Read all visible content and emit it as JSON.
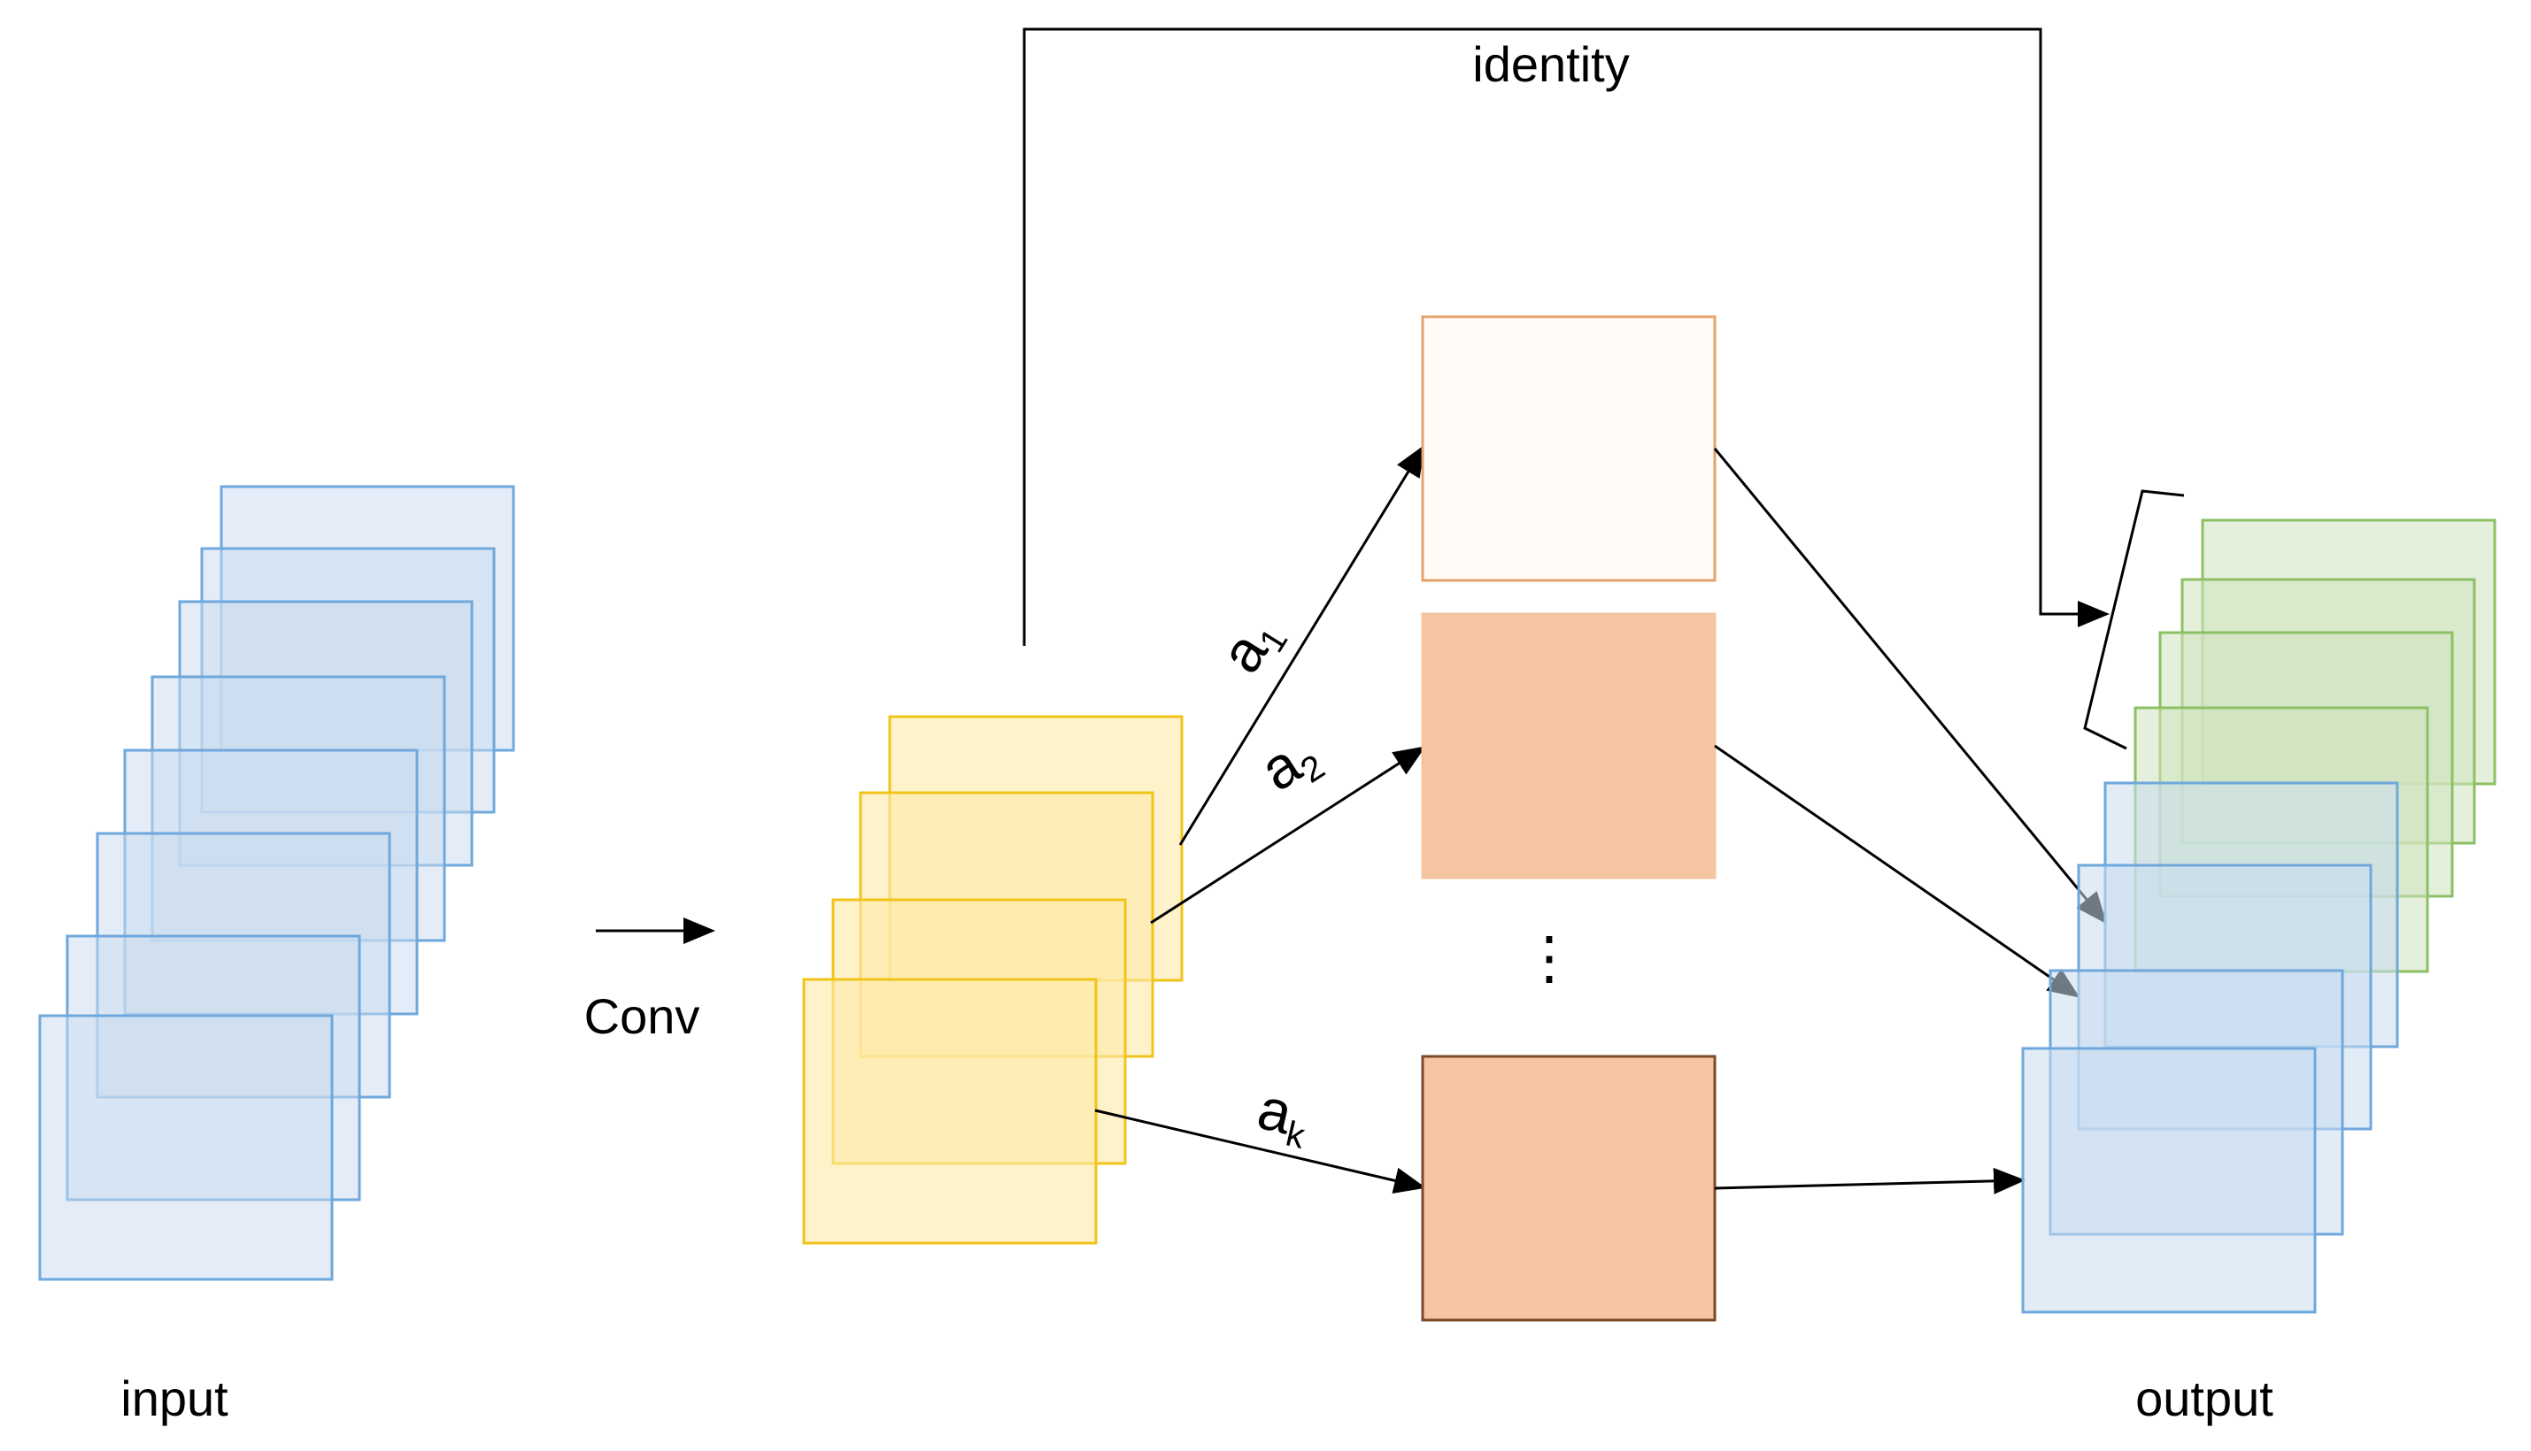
{
  "labels": {
    "input": "input",
    "output": "output",
    "conv": "Conv",
    "identity": "identity",
    "a1": "a",
    "a1_sub": "1",
    "a2": "a",
    "a2_sub": "2",
    "ak": "a",
    "ak_sub": "k",
    "dots": "⋮"
  },
  "colors": {
    "input_fill": "#c9dcf0",
    "input_stroke": "#6fa8dc",
    "conv_fill": "#fde9a8",
    "conv_stroke": "#f0c419",
    "box1_fill": "#fffaf5",
    "box1_stroke": "#e6a26b",
    "box_fill": "#f5c4a0",
    "box_stroke": "#e6a26b",
    "boxk_stroke": "#7a4a2a",
    "output_green_fill": "#cfe3c0",
    "output_green_stroke": "#8cc063",
    "output_blue_fill": "#c9dcf0",
    "output_blue_stroke": "#6fa8dc",
    "line": "#000000"
  }
}
